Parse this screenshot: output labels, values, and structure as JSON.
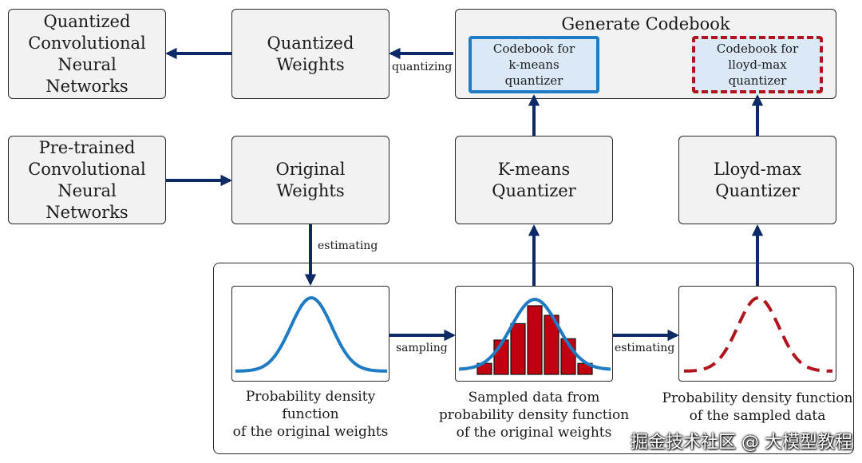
{
  "boxes": {
    "quantized_cnn": "Quantized\nConvolutional\nNeural\nNetworks",
    "quantized_weights": "Quantized\nWeights",
    "pretrained_cnn": "Pre-trained\nConvolutional\nNeural\nNetworks",
    "original_weights": "Original\nWeights",
    "kmeans_quantizer": "K-means\nQuantizer",
    "lloyd_quantizer": "Lloyd-max\nQuantizer"
  },
  "codebook": {
    "title": "Generate Codebook",
    "kmeans": "Codebook for\nk-means\nquantizer",
    "lloyd": "Codebook for\nlloyd-max\nquantizer"
  },
  "edge_labels": {
    "quantizing": "quantizing",
    "estimating_top": "estimating",
    "sampling": "sampling",
    "estimating_bottom": "estimating"
  },
  "captions": {
    "pdf_original": "Probability density function\nof the original weights",
    "sampled": "Sampled data from\nprobability density function\nof the original weights",
    "pdf_sampled": "Probability density function\nof the sampled data"
  },
  "colors": {
    "arrow": "#0d2a66",
    "blue_curve": "#1e7bc4",
    "red_curve": "#b0141c",
    "bar_fill": "#c00010"
  },
  "histogram": {
    "bar_heights": [
      0.16,
      0.5,
      0.74,
      1.0,
      0.86,
      0.52,
      0.16
    ]
  },
  "watermark": "掘金技术社区 @ 大模型教程"
}
